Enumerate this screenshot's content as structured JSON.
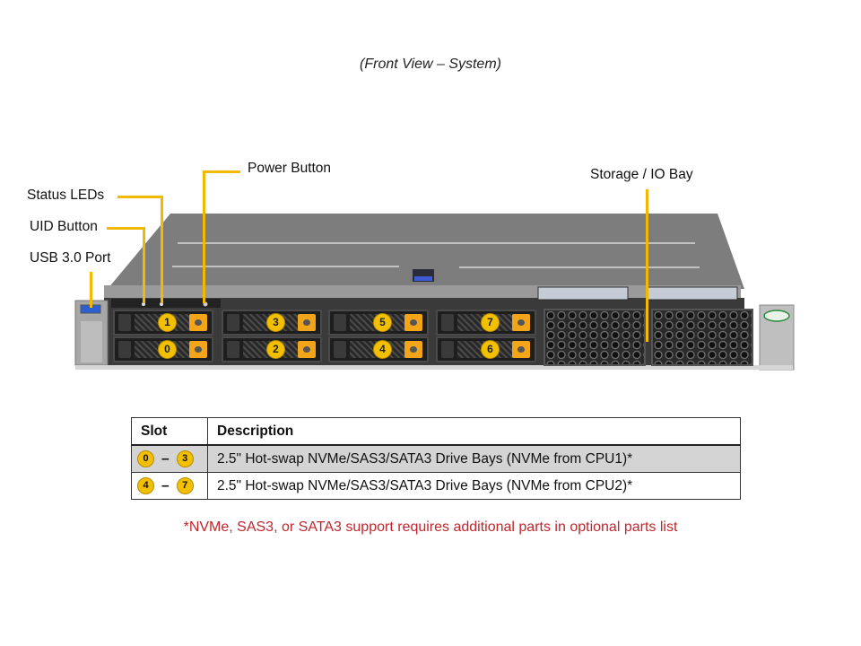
{
  "caption": "(Front View – System)",
  "callouts": {
    "power_button": "Power Button",
    "status_leds": "Status LEDs",
    "uid_button": "UID Button",
    "usb_port": "USB 3.0 Port",
    "storage_io_bay": "Storage / IO Bay"
  },
  "accent_color": "#f3b800",
  "drive_bays": [
    {
      "slot": "1",
      "group": 0,
      "row": "top"
    },
    {
      "slot": "0",
      "group": 0,
      "row": "bottom"
    },
    {
      "slot": "3",
      "group": 1,
      "row": "top"
    },
    {
      "slot": "2",
      "group": 1,
      "row": "bottom"
    },
    {
      "slot": "5",
      "group": 2,
      "row": "top"
    },
    {
      "slot": "4",
      "group": 2,
      "row": "bottom"
    },
    {
      "slot": "7",
      "group": 3,
      "row": "top"
    },
    {
      "slot": "6",
      "group": 3,
      "row": "bottom"
    }
  ],
  "table": {
    "headers": [
      "Slot",
      "Description"
    ],
    "rows": [
      {
        "slot_from": "0",
        "slot_to": "3",
        "separator": "–",
        "description": "2.5\" Hot-swap NVMe/SAS3/SATA3 Drive Bays (NVMe from CPU1)*"
      },
      {
        "slot_from": "4",
        "slot_to": "7",
        "separator": "–",
        "description": "2.5\" Hot-swap NVMe/SAS3/SATA3 Drive Bays (NVMe from CPU2)*"
      }
    ]
  },
  "footnote": "*NVMe, SAS3, or SATA3 support requires additional parts in optional parts list",
  "footnote_color": "#c0262c"
}
